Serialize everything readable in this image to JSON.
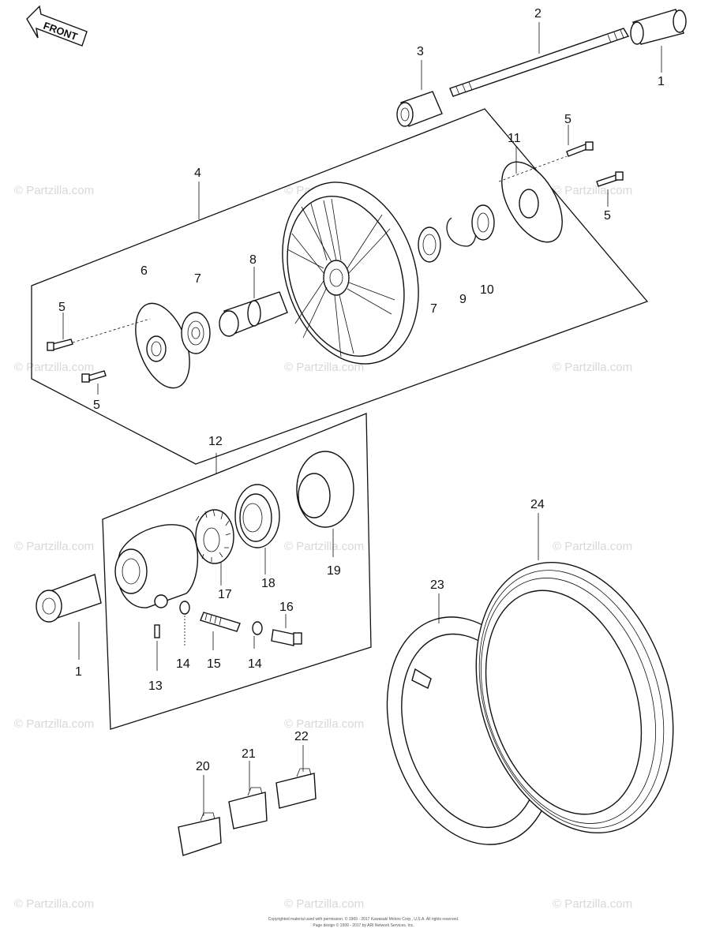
{
  "front_arrow": {
    "label": "FRONT"
  },
  "watermark": "© Partzilla.com",
  "callouts": {
    "c1a": "1",
    "c1b": "1",
    "c2": "2",
    "c3": "3",
    "c4": "4",
    "c5a": "5",
    "c5b": "5",
    "c5c": "5",
    "c5d": "5",
    "c6": "6",
    "c7a": "7",
    "c7b": "7",
    "c8": "8",
    "c9": "9",
    "c10": "10",
    "c11": "11",
    "c12": "12",
    "c13": "13",
    "c14a": "14",
    "c14b": "14",
    "c15": "15",
    "c16": "16",
    "c17": "17",
    "c18": "18",
    "c19": "19",
    "c20": "20",
    "c21": "21",
    "c22": "22",
    "c23": "23",
    "c24": "24"
  },
  "copyright": {
    "line1": "Copyrighted material used with permission. © 1969 - 2017 Kawasaki Motors Corp., U.S.A. All rights reserved.",
    "line2": "Page design © 1999 - 2017 by ARI Network Services, Inc."
  }
}
